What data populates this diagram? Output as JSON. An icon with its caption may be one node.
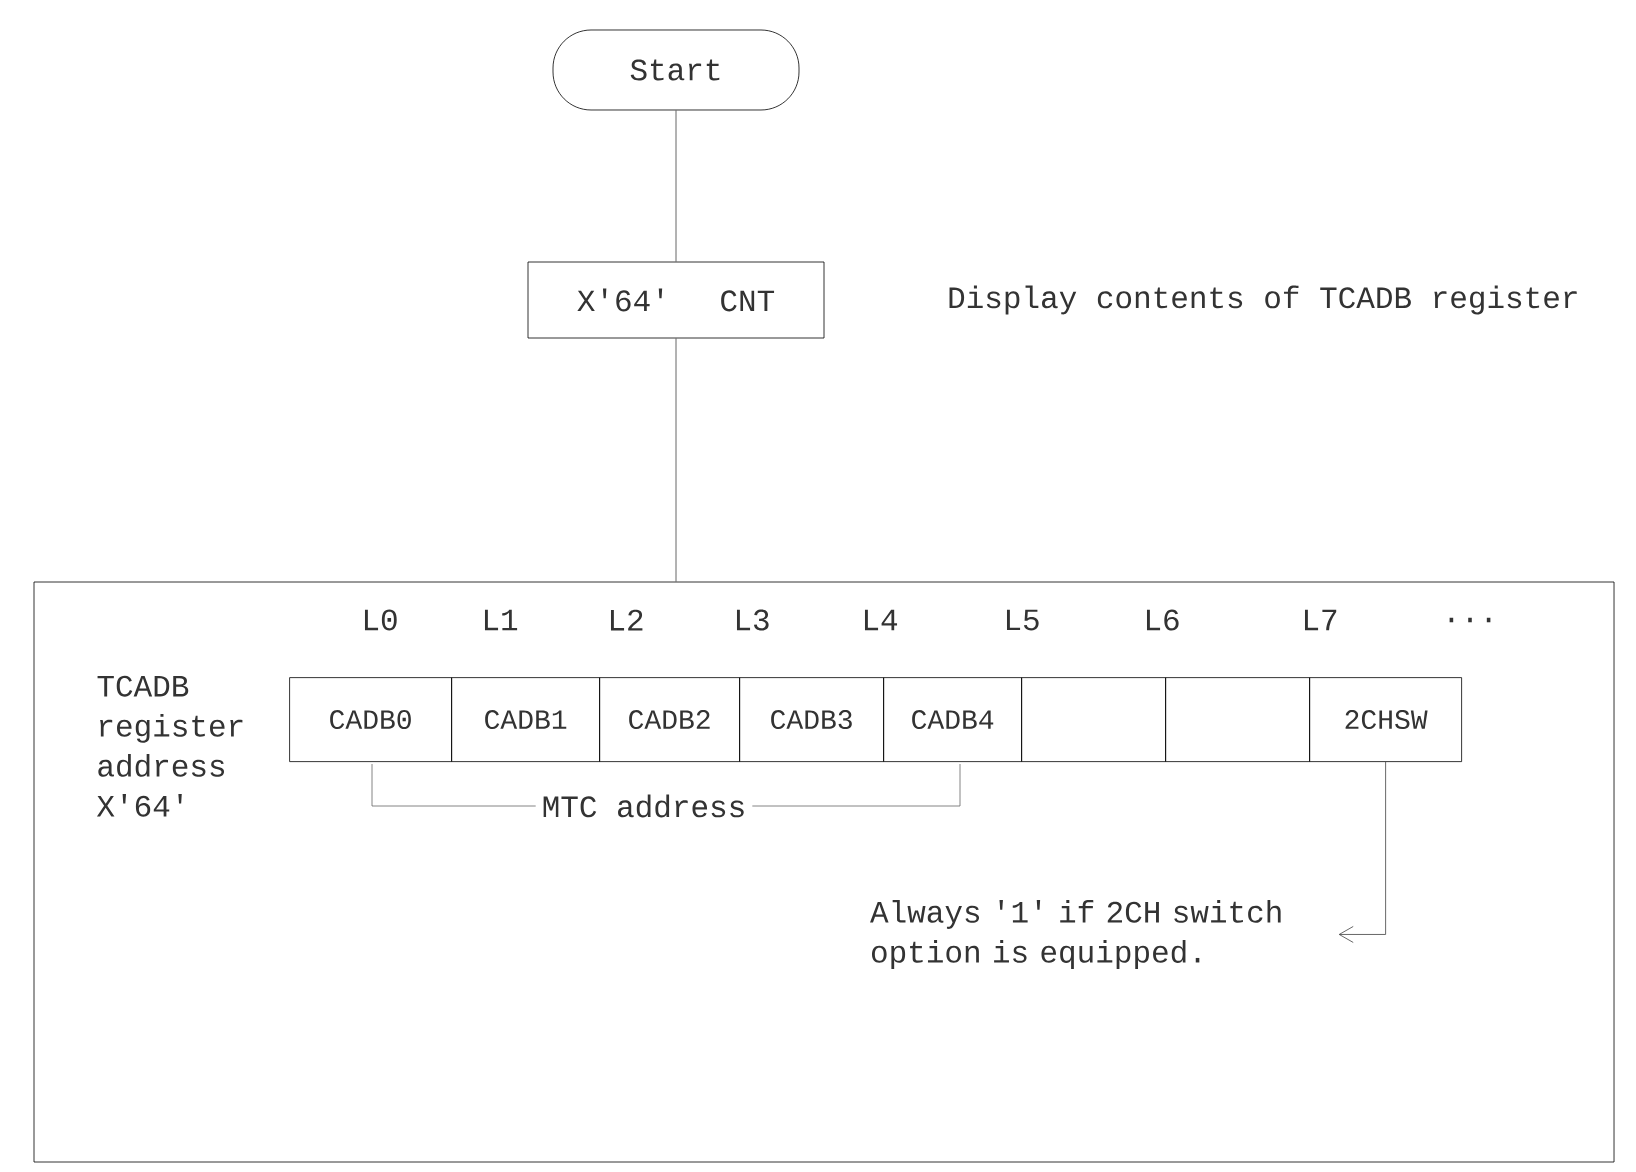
{
  "diagram": {
    "nodes": [
      {
        "text": [
          "Start"
        ]
      },
      {
        "text": [
          "X'64'",
          "CNT"
        ]
      },
      {
        "text": [],
        "shape": "box"
      },
      {
        "text": [
          "CADB0"
        ],
        "in": 2
      },
      {
        "text": [
          "CADB1"
        ],
        "in": 2
      },
      {
        "text": [
          "CADB2"
        ],
        "in": 2
      },
      {
        "text": [
          "CADB3"
        ],
        "in": 2
      },
      {
        "text": [
          "CADB4"
        ],
        "in": 2
      },
      {
        "text": [],
        "shape": "box",
        "in": 2
      },
      {
        "text": [],
        "shape": "box",
        "in": 2
      },
      {
        "text": [
          "2CHSW"
        ],
        "in": 2
      },
      {
        "text": [
          "Always '1' if 2CH switch option is equipped."
        ],
        "in": 2
      }
    ],
    "edges": [
      {
        "from": 0,
        "to": 1,
        "arrow": "none"
      },
      {
        "from": 1,
        "to": 2,
        "arrow": "none"
      },
      {
        "from": 10,
        "to": 11,
        "arrow": "to"
      }
    ],
    "labels": [
      "Display contents of TCADB register",
      "L0",
      "L1",
      "L2",
      "L3",
      "L4",
      "L5",
      "L6",
      "L7",
      "...",
      "TCADB register address X'64'",
      "MTC address"
    ]
  }
}
